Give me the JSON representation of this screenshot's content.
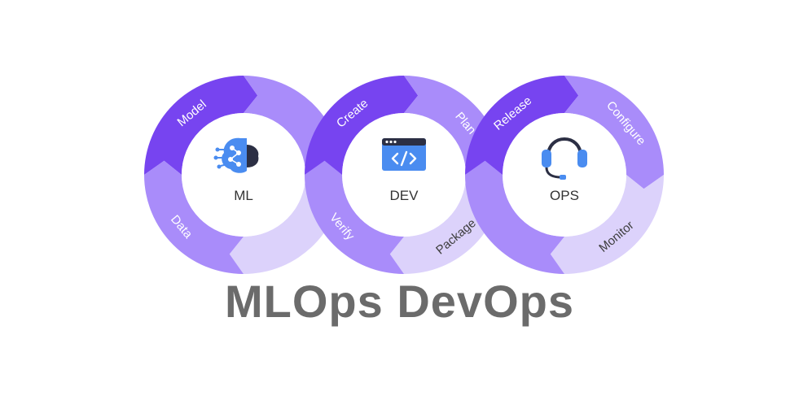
{
  "title": "MLOps DevOps",
  "colors": {
    "deep": "#7744F0",
    "mid": "#A98CFA",
    "light": "#DCD2FB",
    "title": "#6b6b6b"
  },
  "loops": [
    {
      "id": "ml",
      "label": "ML",
      "icon": "brain-network-icon",
      "segments": [
        {
          "label": "Model",
          "shade": "deep"
        },
        {
          "label": "",
          "shade": "mid"
        },
        {
          "label": "",
          "shade": "light"
        },
        {
          "label": "Data",
          "shade": "mid"
        }
      ]
    },
    {
      "id": "dev",
      "label": "DEV",
      "icon": "code-window-icon",
      "segments": [
        {
          "label": "Create",
          "shade": "deep"
        },
        {
          "label": "Plan",
          "shade": "mid"
        },
        {
          "label": "Package",
          "shade": "light"
        },
        {
          "label": "Verify",
          "shade": "mid"
        }
      ]
    },
    {
      "id": "ops",
      "label": "OPS",
      "icon": "headset-icon",
      "segments": [
        {
          "label": "Release",
          "shade": "deep"
        },
        {
          "label": "Configure",
          "shade": "mid"
        },
        {
          "label": "Monitor",
          "shade": "light"
        },
        {
          "label": "",
          "shade": "mid"
        }
      ]
    }
  ]
}
